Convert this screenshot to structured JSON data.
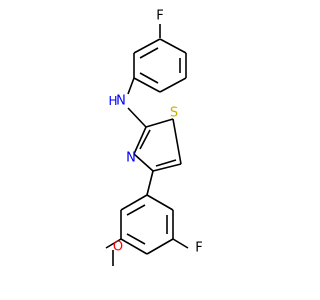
{
  "structure": {
    "atom_labels": {
      "f_top": "F",
      "nh_n": "N",
      "nh_h": "H",
      "s": "S",
      "n_ring": "N",
      "o": "O",
      "f_bottom": "F"
    },
    "colors": {
      "bond": "#000000",
      "nitrogen": "#0000ff",
      "sulfur": "#c8b400",
      "oxygen": "#ff0000",
      "fluorine": "#000000",
      "background": "#ffffff"
    }
  }
}
